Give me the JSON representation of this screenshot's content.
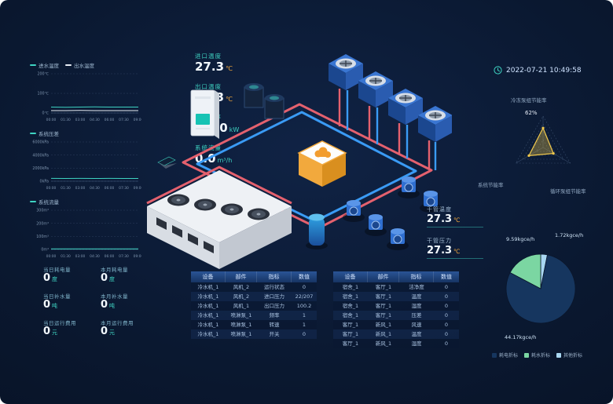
{
  "header": {
    "time": "2022-07-21 10:49:58"
  },
  "left_metrics": [
    {
      "label": "进口温度",
      "value": "27.3",
      "unit": "℃",
      "unit_color": "#f5a93c"
    },
    {
      "label": "出口温度",
      "value": "85.3",
      "unit": "℃",
      "unit_color": "#f5a93c"
    },
    {
      "label": "系统功率",
      "value": "7600",
      "unit": "kW",
      "unit_color": "#3ed3c2"
    },
    {
      "label": "系统流量",
      "value": "0.0",
      "unit": "m³/h",
      "unit_color": "#3ed3c2"
    }
  ],
  "pipe_metrics": [
    {
      "label": "干管温度",
      "value": "27.3",
      "unit": "℃"
    },
    {
      "label": "干管压力",
      "value": "27.3",
      "unit": "℃"
    }
  ],
  "chart_data": [
    {
      "type": "line",
      "x": [
        "00:00",
        "01:30",
        "03:00",
        "04:30",
        "06:00",
        "07:30",
        "09:00"
      ],
      "ylim": [
        0,
        200
      ],
      "yticks": [
        "200℃",
        "100℃",
        "0℃"
      ],
      "series": [
        {
          "name": "进水温度",
          "color": "#3ed3c2",
          "values": [
            30,
            29,
            30,
            31,
            30,
            30,
            30
          ]
        },
        {
          "name": "出水温度",
          "color": "#e8eef5",
          "values": [
            12,
            12,
            13,
            12,
            12,
            12,
            12
          ]
        }
      ]
    },
    {
      "type": "line",
      "x": [
        "00:00",
        "01:30",
        "03:00",
        "04:30",
        "06:00",
        "07:30",
        "09:00"
      ],
      "ylim": [
        0,
        6000
      ],
      "yticks": [
        "6000kPa",
        "4000kPa",
        "2000kPa",
        "0kPa"
      ],
      "series": [
        {
          "name": "系统压差",
          "color": "#3ed3c2",
          "values": [
            430,
            420,
            430,
            425,
            430,
            420,
            425
          ]
        }
      ]
    },
    {
      "type": "line",
      "x": [
        "00:00",
        "01:30",
        "03:00",
        "04:30",
        "06:00",
        "07:30",
        "09:00"
      ],
      "ylim": [
        0,
        300
      ],
      "yticks": [
        "300m³",
        "200m³",
        "100m³",
        "0m³"
      ],
      "series": [
        {
          "name": "系统流量",
          "color": "#3ed3c2",
          "values": [
            4,
            4,
            4,
            4,
            4,
            4,
            4
          ]
        }
      ]
    }
  ],
  "stats": [
    {
      "label": "当日耗电量",
      "value": "0",
      "unit": "度"
    },
    {
      "label": "本月耗电量",
      "value": "0",
      "unit": "度"
    },
    {
      "label": "当日补水量",
      "value": "0",
      "unit": "吨"
    },
    {
      "label": "本月补水量",
      "value": "0",
      "unit": "吨"
    },
    {
      "label": "当日运行费用",
      "value": "0",
      "unit": "元"
    },
    {
      "label": "本月运行费用",
      "value": "0",
      "unit": "元"
    }
  ],
  "radar": {
    "axes": [
      "冷冻泵组节能率",
      "循环泵组节能率",
      "系统节能率"
    ],
    "values": [
      62,
      38,
      52
    ],
    "max": 100,
    "value_label": "62%",
    "color": "#f2c94c"
  },
  "pie": {
    "slices": [
      {
        "label": "1.72kgce/h",
        "value": 1.72,
        "color": "#a9d7f2"
      },
      {
        "label": "44.17kgce/h",
        "value": 44.17,
        "color": "#16365f"
      },
      {
        "label": "9.59kgce/h",
        "value": 9.59,
        "color": "#7bd6a2"
      }
    ],
    "legend": [
      {
        "label": "耗电折标",
        "color": "#16365f"
      },
      {
        "label": "耗水折标",
        "color": "#7bd6a2"
      },
      {
        "label": "其他折标",
        "color": "#a9d7f2"
      }
    ]
  },
  "tables": [
    {
      "headers": [
        "设备",
        "部件",
        "指标",
        "数值"
      ],
      "rows": [
        [
          "冷水机_1",
          "风机_2",
          "运行状态",
          "0"
        ],
        [
          "冷水机_1",
          "风机_2",
          "进口压力",
          "22/207"
        ],
        [
          "冷水机_1",
          "风机_1",
          "出口压力",
          "100.2"
        ],
        [
          "冷水机_1",
          "喷淋泵_1",
          "频率",
          "1"
        ],
        [
          "冷水机_1",
          "喷淋泵_1",
          "转速",
          "1"
        ],
        [
          "冷水机_1",
          "喷淋泵_1",
          "开关",
          "0"
        ]
      ]
    },
    {
      "headers": [
        "设备",
        "部件",
        "指标",
        "数值"
      ],
      "rows": [
        [
          "宿舍_1",
          "客厅_1",
          "洁净度",
          "0"
        ],
        [
          "宿舍_1",
          "客厅_1",
          "温度",
          "0"
        ],
        [
          "宿舍_1",
          "客厅_1",
          "湿度",
          "0"
        ],
        [
          "宿舍_1",
          "客厅_1",
          "压差",
          "0"
        ],
        [
          "客厅_1",
          "新风_1",
          "风速",
          "0"
        ],
        [
          "客厅_1",
          "新风_1",
          "温度",
          "0"
        ],
        [
          "客厅_1",
          "新风_1",
          "湿度",
          "0"
        ]
      ]
    }
  ]
}
